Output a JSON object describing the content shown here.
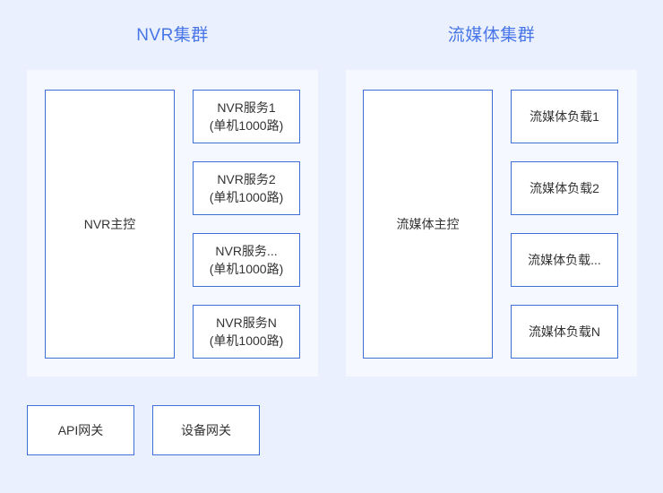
{
  "canvas": {
    "background": "#eaf0fd",
    "panel_background": "#f5f8fe",
    "box_background": "#ffffff",
    "box_border_color": "#3d6fd4",
    "title_color": "#4876e8",
    "text_color": "#333333"
  },
  "clusters": [
    {
      "title": "NVR集群",
      "controller": {
        "label": "NVR主控"
      },
      "services": [
        {
          "line1": "NVR服务1",
          "line2": "(单机1000路)"
        },
        {
          "line1": "NVR服务2",
          "line2": "(单机1000路)"
        },
        {
          "line1": "NVR服务...",
          "line2": "(单机1000路)"
        },
        {
          "line1": "NVR服务N",
          "line2": "(单机1000路)"
        }
      ]
    },
    {
      "title": "流媒体集群",
      "controller": {
        "label": "流媒体主控"
      },
      "services": [
        {
          "line1": "流媒体负载1",
          "line2": ""
        },
        {
          "line1": "流媒体负载2",
          "line2": ""
        },
        {
          "line1": "流媒体负载...",
          "line2": ""
        },
        {
          "line1": "流媒体负载N",
          "line2": ""
        }
      ]
    }
  ],
  "gateways": [
    {
      "label": "API网关"
    },
    {
      "label": "设备网关"
    }
  ]
}
